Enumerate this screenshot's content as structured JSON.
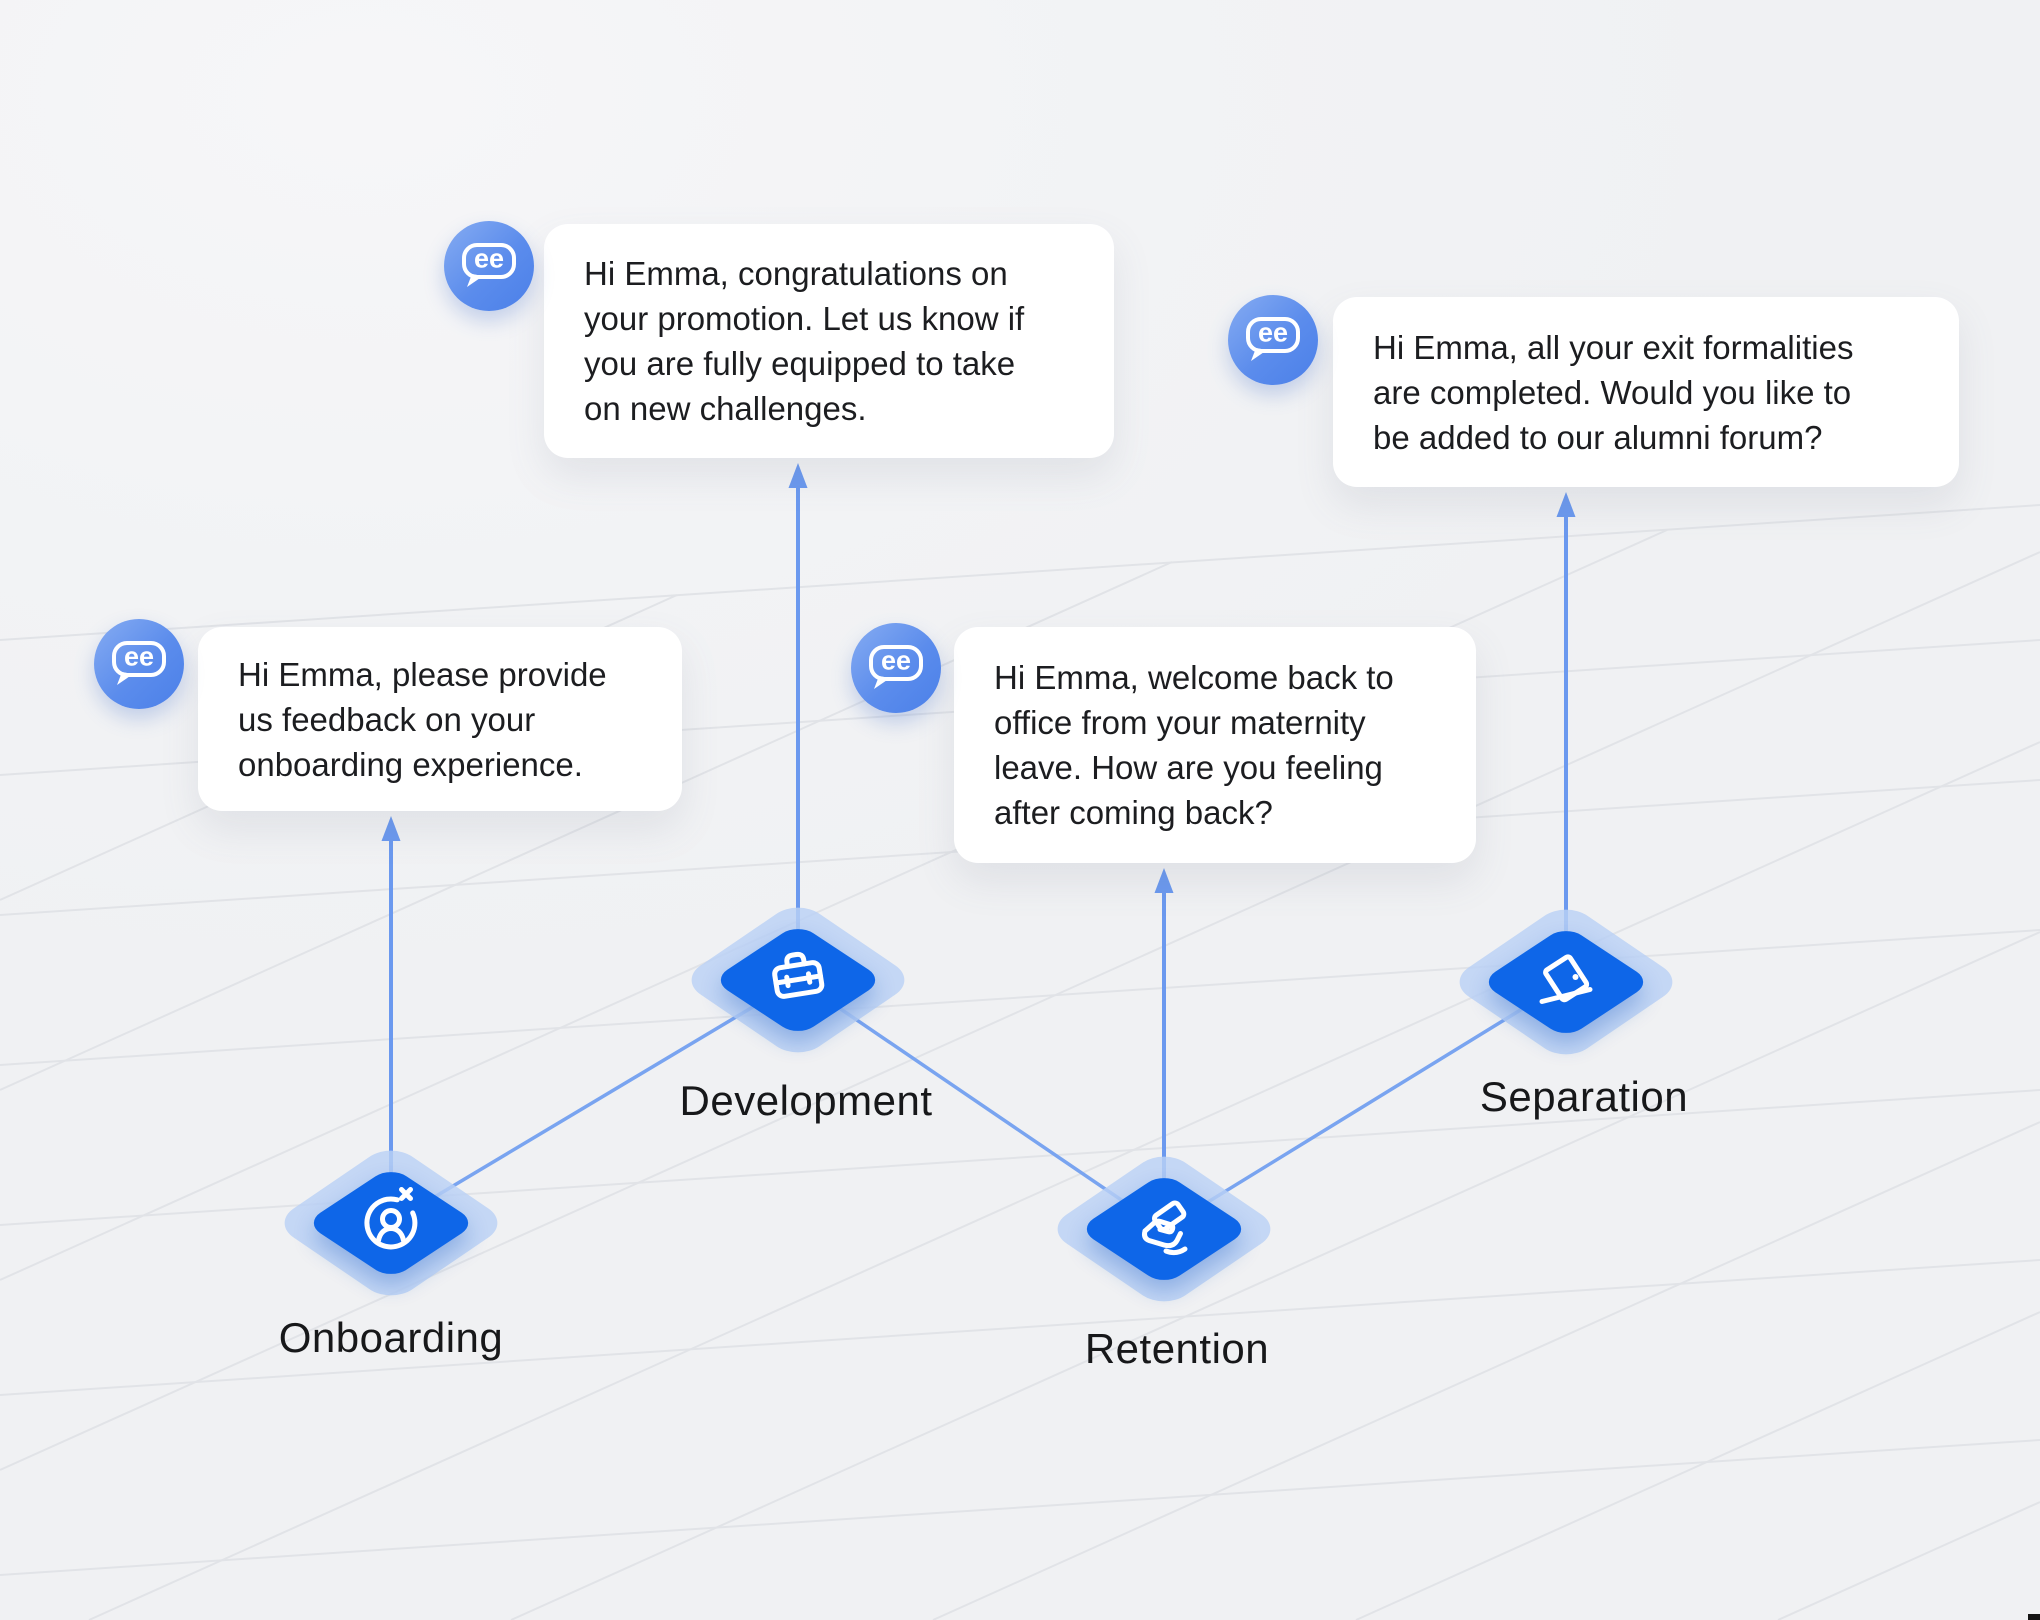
{
  "brand": {
    "monogram": "ee"
  },
  "colors": {
    "stage_blue": "#0e66e8",
    "stage_halo": "#bad1f5",
    "connector_blue": "#79a4f0",
    "arrow_blue": "#6b99ef",
    "grid_line": "#e1e3e7",
    "bubble_bg": "#ffffff",
    "text_dark": "#1c1d20"
  },
  "stages": [
    {
      "id": "onboarding",
      "label": "Onboarding",
      "icon": "new-employee-icon",
      "message_lines": [
        "Hi Emma, please provide",
        "us feedback on your",
        "onboarding experience."
      ]
    },
    {
      "id": "development",
      "label": "Development",
      "icon": "briefcase-icon",
      "message_lines": [
        "Hi Emma, congratulations on",
        "your promotion. Let us know if",
        "you are fully equipped to take",
        "on new challenges."
      ]
    },
    {
      "id": "retention",
      "label": "Retention",
      "icon": "hand-money-icon",
      "message_lines": [
        "Hi Emma, welcome back to",
        "office from your maternity",
        "leave. How are you feeling",
        "after coming back?"
      ]
    },
    {
      "id": "separation",
      "label": "Separation",
      "icon": "open-door-icon",
      "message_lines": [
        "Hi Emma, all your exit formalities",
        "are completed. Would you like to",
        "be added to our alumni forum?"
      ]
    }
  ]
}
